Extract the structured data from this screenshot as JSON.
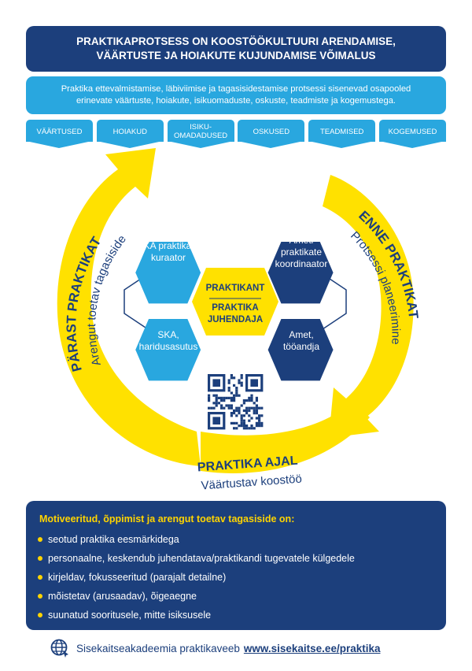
{
  "header": {
    "title_line1": "PRAKTIKAPROTSESS  ON KOOSTÖÖKULTUURI ARENDAMISE,",
    "title_line2": "VÄÄRTUSTE JA HOIAKUTE KUJUNDAMISE VÕIMALUS",
    "intro_line1": "Praktika ettevalmistamise, läbiviimise ja tagasisidestamise protsessi sisenevad osapooled",
    "intro_line2": "erinevate väärtuste, hoiakute, isikuomaduste, oskuste, teadmiste ja kogemustega."
  },
  "tags": [
    {
      "line1": "VÄÄRTUSED",
      "line2": ""
    },
    {
      "line1": "HOIAKUD",
      "line2": ""
    },
    {
      "line1": "ISIKU-",
      "line2": "OMADADUSED"
    },
    {
      "line1": "OSKUSED",
      "line2": ""
    },
    {
      "line1": "TEADMISED",
      "line2": ""
    },
    {
      "line1": "KOGEMUSED",
      "line2": ""
    }
  ],
  "cycle": {
    "left_title": "PÄRAST PRAKTIKAT",
    "left_sub": "Arengut toetav tagasiside",
    "right_title": "ENNE PRAKTIKAT",
    "right_sub": "Protsessi planeerimine",
    "bottom_title": "PRAKTIKA AJAL",
    "bottom_sub": "Väärtustav koostöö"
  },
  "hexes": {
    "top_left": {
      "line1": "SKA praktikate",
      "line2": "kuraator"
    },
    "bottom_left": {
      "line1": "SKA,",
      "line2": "haridusasutus"
    },
    "top_right": {
      "line1": "Ameti",
      "line2": "praktikate",
      "line3": "koordinaator"
    },
    "bottom_right": {
      "line1": "Amet,",
      "line2": "tööandja"
    },
    "center_top": "PRAKTIKANT",
    "center_bottom_line1": "PRAKTIKA",
    "center_bottom_line2": "JUHENDAJA"
  },
  "feedback": {
    "title": "Motiveeritud, õppimist ja arengut toetav tagasiside on:",
    "items": [
      "seotud praktika eesmärkidega",
      "personaalne, keskendub juhendatava/praktikandi tugevatele külgedele",
      "kirjeldav, fokusseeritud (parajalt detailne)",
      "mõistetav (arusaadav), õigeaegne",
      "suunatud sooritusele, mitte isiksusele"
    ]
  },
  "footer": {
    "label": "Sisekaitseakadeemia praktikaveeb",
    "url": "www.sisekaitse.ee/praktika"
  },
  "icons": [
    "globe-icon",
    "qr-code"
  ],
  "colors": {
    "navy": "#1c3f7c",
    "light_blue": "#29a7df",
    "yellow": "#ffe100"
  }
}
